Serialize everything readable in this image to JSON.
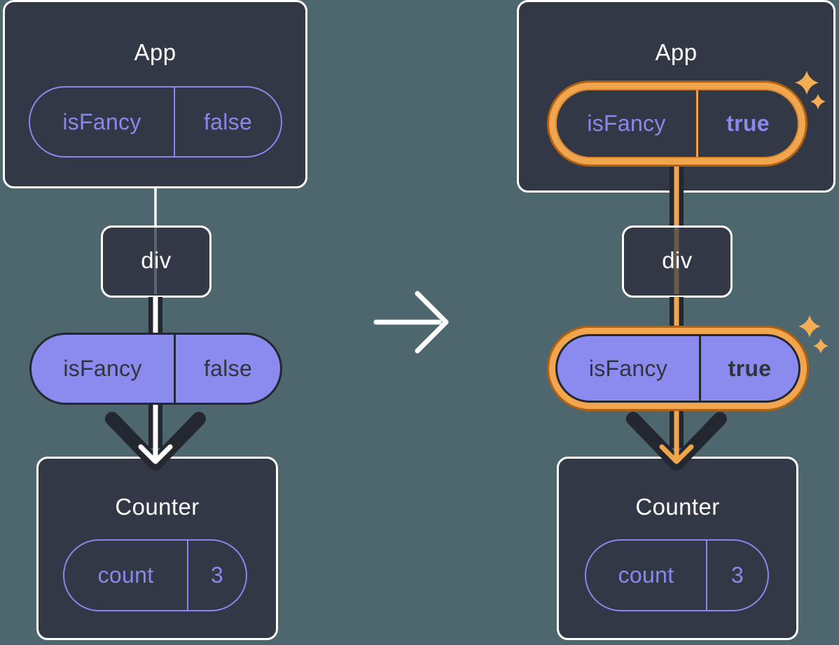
{
  "diagram": {
    "before": {
      "root": {
        "name": "App",
        "state": {
          "key": "isFancy",
          "value": "false"
        }
      },
      "child": {
        "name": "div"
      },
      "prop_pill": {
        "key": "isFancy",
        "value": "false"
      },
      "leaf": {
        "name": "Counter",
        "state": {
          "key": "count",
          "value": "3"
        }
      }
    },
    "after": {
      "root": {
        "name": "App",
        "state": {
          "key": "isFancy",
          "value": "true"
        }
      },
      "child": {
        "name": "div"
      },
      "prop_pill": {
        "key": "isFancy",
        "value": "true"
      },
      "leaf": {
        "name": "Counter",
        "state": {
          "key": "count",
          "value": "3"
        }
      }
    }
  },
  "colors": {
    "background": "#4e666e",
    "surface_dark": "#323845",
    "edge_dark": "#23272f",
    "purple_fill": "#8b8aee",
    "purple_stroke": "#8a88ed",
    "text_on_purple": "#2f343d",
    "highlight_orange": "#f2a54f",
    "highlight_orange_dark": "#b2620e",
    "flow_orange": "#f3a64f",
    "sparkle_orange": "#f2ad55",
    "white": "#ffffff"
  }
}
